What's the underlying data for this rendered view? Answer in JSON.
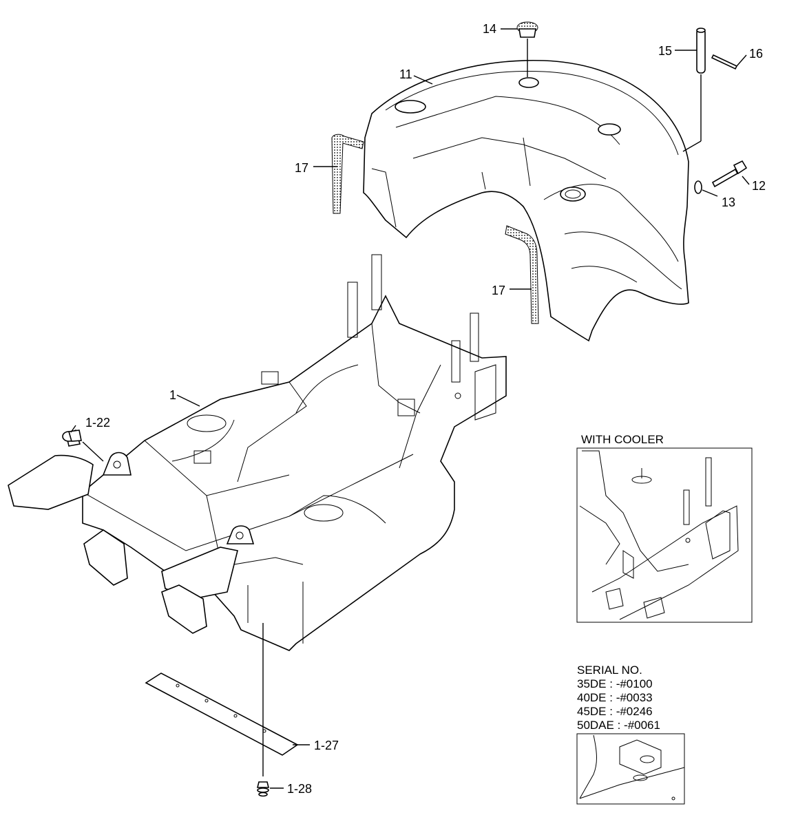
{
  "callouts": {
    "c14": "14",
    "c15": "15",
    "c16": "16",
    "c11": "11",
    "c17a": "17",
    "c17b": "17",
    "c12": "12",
    "c13": "13",
    "c1": "1",
    "c1_22": "1-22",
    "c1_27": "1-27",
    "c1_28": "1-28"
  },
  "inset_cooler": {
    "title": "WITH COOLER"
  },
  "inset_serial": {
    "title": "SERIAL NO.",
    "lines": [
      "35DE : -#0100",
      "40DE : -#0033",
      "45DE : -#0246",
      "50DAE : -#0061"
    ]
  }
}
